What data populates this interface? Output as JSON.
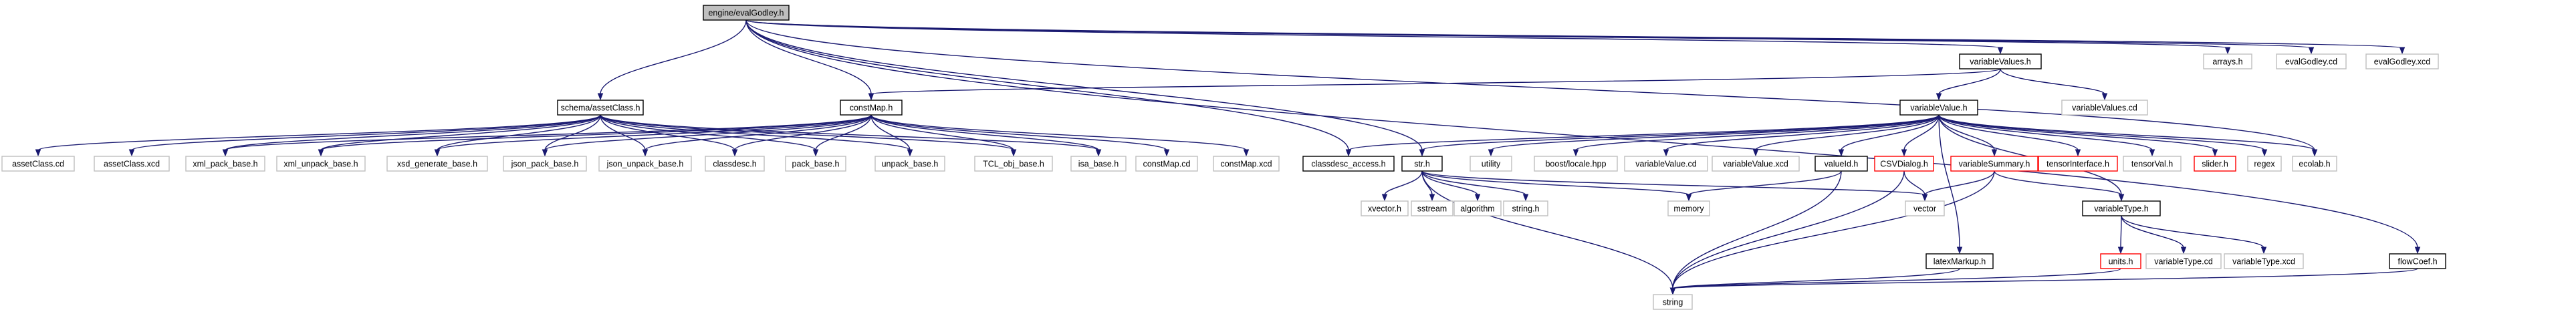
{
  "colors": {
    "background": "#ffffff",
    "edge": "#191970",
    "node_text": "#000000",
    "root_fill": "#bfbfbf",
    "root_border": "#000000",
    "doc_border": "#000000",
    "missing_border": "#bfbfbf",
    "red_border": "#ff0000"
  },
  "graph": {
    "type": "include-dependency-graph",
    "nodes": [
      {
        "id": "evalGodley_h",
        "label": "engine/evalGodley.h",
        "style": "root"
      },
      {
        "id": "schema_assetClass_h",
        "label": "schema/assetClass.h",
        "style": "doc"
      },
      {
        "id": "constMap_h",
        "label": "constMap.h",
        "style": "doc"
      },
      {
        "id": "variableValues_h",
        "label": "variableValues.h",
        "style": "doc"
      },
      {
        "id": "arrays_h",
        "label": "arrays.h",
        "style": "missing"
      },
      {
        "id": "evalGodley_cd",
        "label": "evalGodley.cd",
        "style": "missing"
      },
      {
        "id": "evalGodley_xcd",
        "label": "evalGodley.xcd",
        "style": "missing"
      },
      {
        "id": "variableValues_cd",
        "label": "variableValues.cd",
        "style": "missing"
      },
      {
        "id": "variableValue_h",
        "label": "variableValue.h",
        "style": "doc"
      },
      {
        "id": "assetClass_cd",
        "label": "assetClass.cd",
        "style": "missing"
      },
      {
        "id": "assetClass_xcd",
        "label": "assetClass.xcd",
        "style": "missing"
      },
      {
        "id": "xml_pack_base_h",
        "label": "xml_pack_base.h",
        "style": "missing"
      },
      {
        "id": "xml_unpack_base_h",
        "label": "xml_unpack_base.h",
        "style": "missing"
      },
      {
        "id": "xsd_generate_base_h",
        "label": "xsd_generate_base.h",
        "style": "missing"
      },
      {
        "id": "json_pack_base_h",
        "label": "json_pack_base.h",
        "style": "missing"
      },
      {
        "id": "json_unpack_base_h",
        "label": "json_unpack_base.h",
        "style": "missing"
      },
      {
        "id": "classdesc_h",
        "label": "classdesc.h",
        "style": "missing"
      },
      {
        "id": "pack_base_h",
        "label": "pack_base.h",
        "style": "missing"
      },
      {
        "id": "unpack_base_h",
        "label": "unpack_base.h",
        "style": "missing"
      },
      {
        "id": "TCL_obj_base_h",
        "label": "TCL_obj_base.h",
        "style": "missing"
      },
      {
        "id": "isa_base_h",
        "label": "isa_base.h",
        "style": "missing"
      },
      {
        "id": "constMap_cd",
        "label": "constMap.cd",
        "style": "missing"
      },
      {
        "id": "constMap_xcd",
        "label": "constMap.xcd",
        "style": "missing"
      },
      {
        "id": "classdesc_access_h",
        "label": "classdesc_access.h",
        "style": "doc"
      },
      {
        "id": "str_h",
        "label": "str.h",
        "style": "doc"
      },
      {
        "id": "utility",
        "label": "utility",
        "style": "missing"
      },
      {
        "id": "boost_locale_hpp",
        "label": "boost/locale.hpp",
        "style": "missing"
      },
      {
        "id": "variableValue_cd",
        "label": "variableValue.cd",
        "style": "missing"
      },
      {
        "id": "variableValue_xcd",
        "label": "variableValue.xcd",
        "style": "missing"
      },
      {
        "id": "valueId_h",
        "label": "valueId.h",
        "style": "doc"
      },
      {
        "id": "CSVDialog_h",
        "label": "CSVDialog.h",
        "style": "red"
      },
      {
        "id": "variableSummary_h",
        "label": "variableSummary.h",
        "style": "red"
      },
      {
        "id": "tensorInterface_h",
        "label": "tensorInterface.h",
        "style": "red"
      },
      {
        "id": "tensorVal_h",
        "label": "tensorVal.h",
        "style": "missing"
      },
      {
        "id": "slider_h",
        "label": "slider.h",
        "style": "red"
      },
      {
        "id": "regex",
        "label": "regex",
        "style": "missing"
      },
      {
        "id": "ecolab_h",
        "label": "ecolab.h",
        "style": "missing"
      },
      {
        "id": "xvector_h",
        "label": "xvector.h",
        "style": "missing"
      },
      {
        "id": "sstream",
        "label": "sstream",
        "style": "missing"
      },
      {
        "id": "algorithm",
        "label": "algorithm",
        "style": "missing"
      },
      {
        "id": "string_h",
        "label": "string.h",
        "style": "missing"
      },
      {
        "id": "memory",
        "label": "memory",
        "style": "missing"
      },
      {
        "id": "vector",
        "label": "vector",
        "style": "missing"
      },
      {
        "id": "variableType_h",
        "label": "variableType.h",
        "style": "doc"
      },
      {
        "id": "latexMarkup_h",
        "label": "latexMarkup.h",
        "style": "doc"
      },
      {
        "id": "units_h",
        "label": "units.h",
        "style": "red"
      },
      {
        "id": "variableType_cd",
        "label": "variableType.cd",
        "style": "missing"
      },
      {
        "id": "variableType_xcd",
        "label": "variableType.xcd",
        "style": "missing"
      },
      {
        "id": "flowCoef_h",
        "label": "flowCoef.h",
        "style": "doc"
      },
      {
        "id": "string",
        "label": "string",
        "style": "missing"
      }
    ],
    "edges": [
      [
        "evalGodley_h",
        "schema_assetClass_h"
      ],
      [
        "evalGodley_h",
        "constMap_h"
      ],
      [
        "evalGodley_h",
        "variableValues_h"
      ],
      [
        "evalGodley_h",
        "arrays_h"
      ],
      [
        "evalGodley_h",
        "evalGodley_cd"
      ],
      [
        "evalGodley_h",
        "evalGodley_xcd"
      ],
      [
        "evalGodley_h",
        "classdesc_access_h"
      ],
      [
        "evalGodley_h",
        "str_h"
      ],
      [
        "evalGodley_h",
        "ecolab_h"
      ],
      [
        "evalGodley_h",
        "flowCoef_h"
      ],
      [
        "schema_assetClass_h",
        "assetClass_cd"
      ],
      [
        "schema_assetClass_h",
        "assetClass_xcd"
      ],
      [
        "schema_assetClass_h",
        "xml_pack_base_h"
      ],
      [
        "schema_assetClass_h",
        "xml_unpack_base_h"
      ],
      [
        "schema_assetClass_h",
        "xsd_generate_base_h"
      ],
      [
        "schema_assetClass_h",
        "json_pack_base_h"
      ],
      [
        "schema_assetClass_h",
        "json_unpack_base_h"
      ],
      [
        "schema_assetClass_h",
        "classdesc_h"
      ],
      [
        "schema_assetClass_h",
        "pack_base_h"
      ],
      [
        "schema_assetClass_h",
        "unpack_base_h"
      ],
      [
        "schema_assetClass_h",
        "TCL_obj_base_h"
      ],
      [
        "schema_assetClass_h",
        "isa_base_h"
      ],
      [
        "constMap_h",
        "xml_pack_base_h"
      ],
      [
        "constMap_h",
        "xml_unpack_base_h"
      ],
      [
        "constMap_h",
        "xsd_generate_base_h"
      ],
      [
        "constMap_h",
        "json_pack_base_h"
      ],
      [
        "constMap_h",
        "json_unpack_base_h"
      ],
      [
        "constMap_h",
        "classdesc_h"
      ],
      [
        "constMap_h",
        "pack_base_h"
      ],
      [
        "constMap_h",
        "unpack_base_h"
      ],
      [
        "constMap_h",
        "TCL_obj_base_h"
      ],
      [
        "constMap_h",
        "isa_base_h"
      ],
      [
        "constMap_h",
        "constMap_cd"
      ],
      [
        "constMap_h",
        "constMap_xcd"
      ],
      [
        "variableValues_h",
        "constMap_h"
      ],
      [
        "variableValues_h",
        "variableValue_h"
      ],
      [
        "variableValues_h",
        "variableValues_cd"
      ],
      [
        "variableValue_h",
        "classdesc_access_h"
      ],
      [
        "variableValue_h",
        "str_h"
      ],
      [
        "variableValue_h",
        "utility"
      ],
      [
        "variableValue_h",
        "boost_locale_hpp"
      ],
      [
        "variableValue_h",
        "variableValue_cd"
      ],
      [
        "variableValue_h",
        "variableValue_xcd"
      ],
      [
        "variableValue_h",
        "valueId_h"
      ],
      [
        "variableValue_h",
        "CSVDialog_h"
      ],
      [
        "variableValue_h",
        "variableSummary_h"
      ],
      [
        "variableValue_h",
        "tensorInterface_h"
      ],
      [
        "variableValue_h",
        "tensorVal_h"
      ],
      [
        "variableValue_h",
        "slider_h"
      ],
      [
        "variableValue_h",
        "regex"
      ],
      [
        "variableValue_h",
        "ecolab_h"
      ],
      [
        "variableValue_h",
        "variableType_h"
      ],
      [
        "variableValue_h",
        "latexMarkup_h"
      ],
      [
        "str_h",
        "xvector_h"
      ],
      [
        "str_h",
        "sstream"
      ],
      [
        "str_h",
        "algorithm"
      ],
      [
        "str_h",
        "string_h"
      ],
      [
        "str_h",
        "memory"
      ],
      [
        "str_h",
        "vector"
      ],
      [
        "str_h",
        "string"
      ],
      [
        "valueId_h",
        "memory"
      ],
      [
        "valueId_h",
        "string"
      ],
      [
        "CSVDialog_h",
        "vector"
      ],
      [
        "CSVDialog_h",
        "string"
      ],
      [
        "variableSummary_h",
        "vector"
      ],
      [
        "variableSummary_h",
        "variableType_h"
      ],
      [
        "variableSummary_h",
        "string"
      ],
      [
        "variableType_h",
        "units_h"
      ],
      [
        "variableType_h",
        "variableType_cd"
      ],
      [
        "variableType_h",
        "variableType_xcd"
      ],
      [
        "units_h",
        "string"
      ],
      [
        "latexMarkup_h",
        "string"
      ],
      [
        "flowCoef_h",
        "string"
      ]
    ]
  }
}
